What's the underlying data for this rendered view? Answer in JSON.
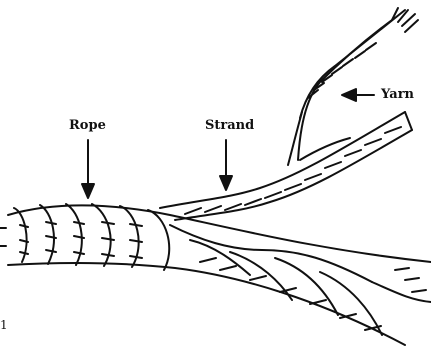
{
  "diagram": {
    "labels": {
      "rope": "Rope",
      "strand": "Strand",
      "yarn": "Yarn",
      "edge_mark": "1"
    }
  }
}
